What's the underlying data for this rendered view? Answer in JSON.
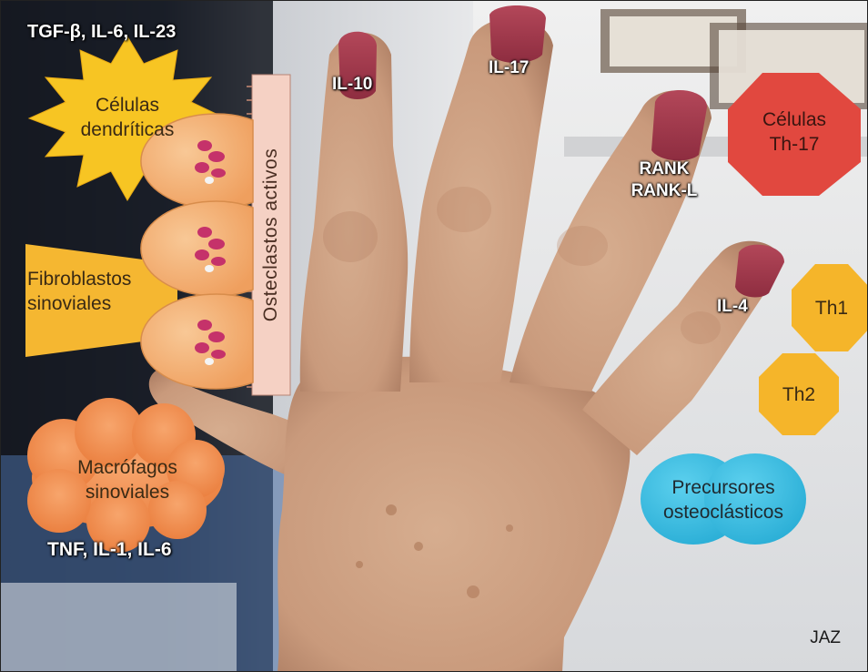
{
  "cytokines": {
    "dendritic_cytokines": "TGF-β, IL-6, IL-23",
    "macrophage_cytokines": "TNF, IL-1, IL-6",
    "il10": "IL-10",
    "il17": "IL-17",
    "rank": "RANK",
    "rankl": "RANK-L",
    "il4": "IL-4"
  },
  "cells": {
    "dendritic": [
      "Células",
      "dendríticas"
    ],
    "fibroblasts": [
      "Fibroblastos",
      "sinoviales"
    ],
    "macrophages": [
      "Macrófagos",
      "sinoviales"
    ],
    "th17": [
      "Células",
      "Th-17"
    ],
    "th1": "Th1",
    "th2": "Th2",
    "precursors": [
      "Precursores",
      "osteoclásticos"
    ]
  },
  "osteoclasts_label": "Osteclastos activos",
  "signature": "JAZ",
  "colors": {
    "dendritic_star": "#f7c523",
    "fibroblast_trapezoid": "#f5b731",
    "macrophage_cloud": "#ee8a4a",
    "th17_octagon": "#e1483f",
    "th_octagons": "#f5b52a",
    "precursor_circles": "#41bde0",
    "osteoclast_bar": "#f5d1c4",
    "osteoclast_cells": "#f2b27a",
    "nuclei": "#c5326a"
  }
}
